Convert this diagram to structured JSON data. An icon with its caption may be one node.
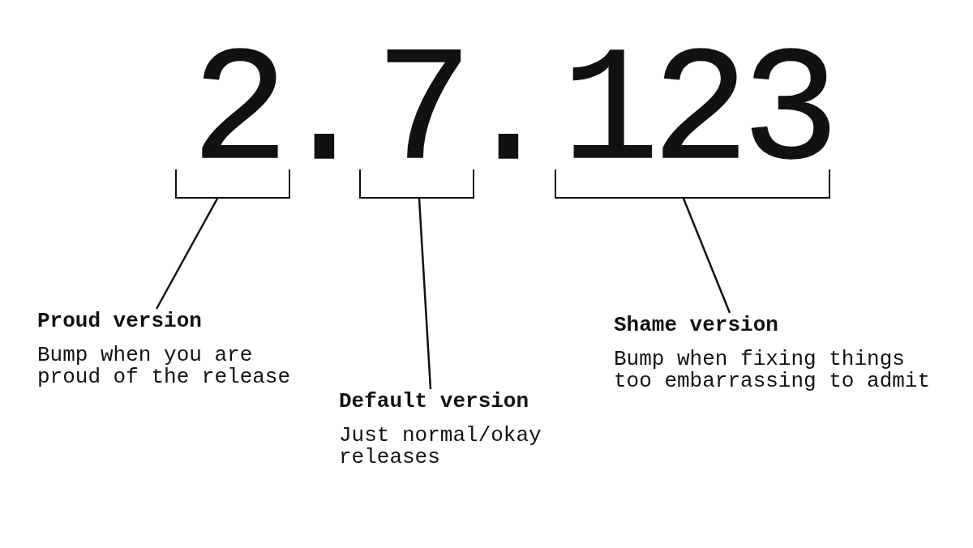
{
  "diagram": {
    "nodes": [
      {
        "text": [
          "2"
        ]
      },
      {
        "text": [
          "7"
        ]
      },
      {
        "text": [
          "123"
        ]
      },
      {
        "text": [
          "Proud version",
          "Bump when you are proud of the release"
        ]
      },
      {
        "text": [
          "Default version",
          "Just normal/okay releases"
        ]
      },
      {
        "text": [
          "Shame version",
          "Bump when fixing things too embarrassing to admit"
        ]
      }
    ],
    "edges": [
      {
        "from": 3,
        "to": 0,
        "arrow": "none"
      },
      {
        "from": 4,
        "to": 1,
        "arrow": "none"
      },
      {
        "from": 5,
        "to": 2,
        "arrow": "none"
      }
    ],
    "labels": [
      ".",
      "."
    ]
  }
}
